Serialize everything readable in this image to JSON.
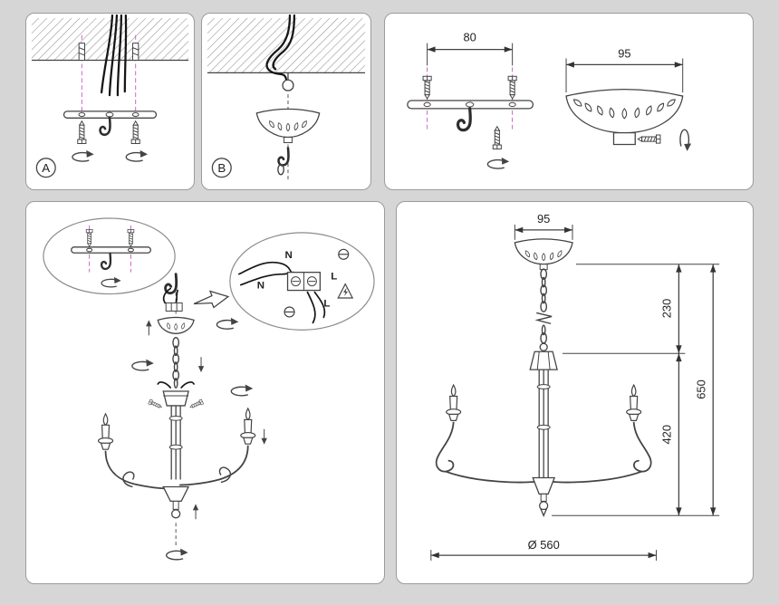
{
  "page": {
    "background_color": "#d6d6d6",
    "panel_background_color": "#ffffff",
    "panel_border_color": "#9b9b9b",
    "line_color": "#444444",
    "axis_dash_color": "#c965c9",
    "wire_color": "#161616"
  },
  "mounting_panels": {
    "hook_mount": {
      "label": "A"
    },
    "canopy_mount": {
      "label": "B"
    }
  },
  "parts_panel": {
    "bracket_width_mm": "80",
    "canopy_width_mm": "95"
  },
  "assembly_panel": {
    "wiring_detail": {
      "terminal_top_label": "N",
      "terminal_right_label": "L",
      "wire_left_label": "N",
      "wire_bottom_label": "L"
    }
  },
  "dimensions_panel": {
    "canopy_width_mm": "95",
    "suspension_height_mm": "230",
    "fixture_height_mm": "420",
    "overall_height_mm": "650",
    "diameter_mm": "Ø 560"
  }
}
